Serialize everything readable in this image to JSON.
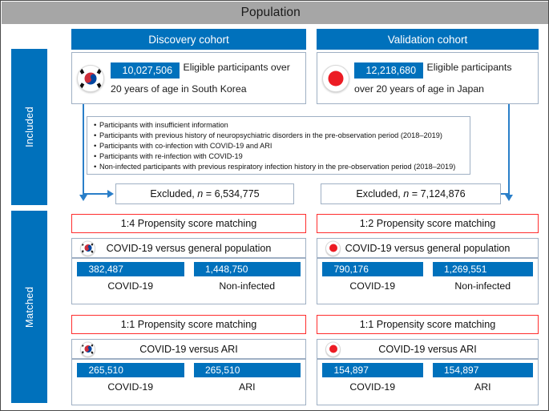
{
  "header": {
    "title": "Population",
    "icon": "people-icon",
    "background": "#a6a6a6"
  },
  "bands": [
    {
      "label": "Included",
      "color": "#0071bc"
    },
    {
      "label": "Matched",
      "color": "#0071bc"
    }
  ],
  "colors": {
    "accent_blue": "#0071bc",
    "connector_blue": "#2a7fc9",
    "highlight_red": "#ff2d2d",
    "box_border": "#9fb0c4",
    "header_gray": "#a6a6a6"
  },
  "cohorts": {
    "discovery": {
      "header": "Discovery cohort",
      "flag": "south-korea-flag-icon",
      "eligible": {
        "count": "10,027,506",
        "icon": "people-icon",
        "description": "Eligible participants over 20 years of age in South Korea"
      },
      "excluded": {
        "prefix": "Excluded,",
        "n_italic": "n",
        "equals": "= 6,534,775"
      },
      "matching": [
        {
          "title": "1:4 Propensity score matching",
          "comparison": "COVID-19 versus general population",
          "flag": "south-korea-flag-icon",
          "groups": [
            {
              "count": "382,487",
              "label": "COVID-19",
              "icon": "people-icon"
            },
            {
              "count": "1,448,750",
              "label": "Non-infected",
              "icon": "people-icon"
            }
          ]
        },
        {
          "title": "1:1 Propensity score matching",
          "comparison": "COVID-19 versus ARI",
          "flag": "south-korea-flag-icon",
          "groups": [
            {
              "count": "265,510",
              "label": "COVID-19",
              "icon": "people-icon"
            },
            {
              "count": "265,510",
              "label": "ARI",
              "icon": "people-icon"
            }
          ]
        }
      ]
    },
    "validation": {
      "header": "Validation cohort",
      "flag": "japan-flag-icon",
      "eligible": {
        "count": "12,218,680",
        "icon": "people-icon",
        "description": "Eligible participants over 20 years of age in Japan"
      },
      "excluded": {
        "prefix": "Excluded,",
        "n_italic": "n",
        "equals": "= 7,124,876"
      },
      "matching": [
        {
          "title": "1:2 Propensity score matching",
          "comparison": "COVID-19 versus general population",
          "flag": "japan-flag-icon",
          "groups": [
            {
              "count": "790,176",
              "label": "COVID-19",
              "icon": "people-icon"
            },
            {
              "count": "1,269,551",
              "label": "Non-infected",
              "icon": "people-icon"
            }
          ]
        },
        {
          "title": "1:1 Propensity score matching",
          "comparison": "COVID-19 versus ARI",
          "flag": "japan-flag-icon",
          "groups": [
            {
              "count": "154,897",
              "label": "COVID-19",
              "icon": "people-icon"
            },
            {
              "count": "154,897",
              "label": "ARI",
              "icon": "people-icon"
            }
          ]
        }
      ]
    }
  },
  "exclusion_criteria": [
    "Participants with insufficient information",
    "Participants with previous history of neuropsychiatric disorders in the pre-observation period (2018–2019)",
    "Participants with co-infection with COVID-19 and ARI",
    "Participants with re-infection with COVID-19",
    "Non-infected participants with previous respiratory infection history in the pre-observation period (2018–2019)"
  ]
}
